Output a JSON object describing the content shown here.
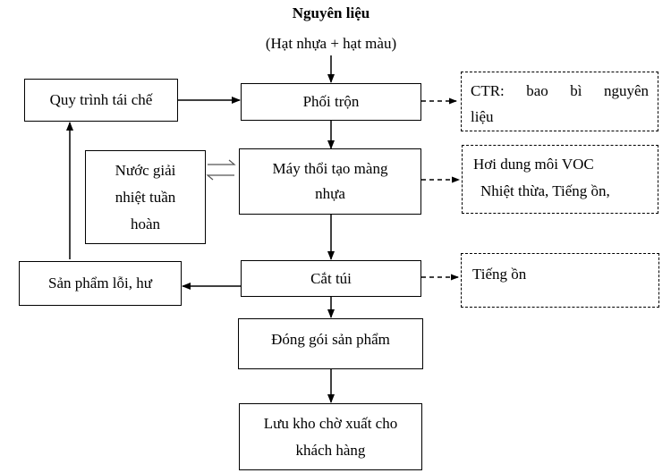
{
  "title": "Nguyên liệu",
  "subtitle": "(Hạt nhựa + hạt màu)",
  "main_flow": {
    "mixing": "Phối trộn",
    "blowing": [
      "Máy thổi tạo màng",
      "nhựa"
    ],
    "cutting": "Cắt túi",
    "packaging": "Đóng gói sản phẩm",
    "storage": [
      "Lưu kho chờ xuất cho",
      "khách hàng"
    ]
  },
  "left_boxes": {
    "recycling": "Quy trình tái chế",
    "cooling_water": [
      "Nước giải",
      "nhiệt tuần",
      "hoàn"
    ],
    "defects": "Sản phẩm lỗi, hư"
  },
  "waste_boxes": {
    "mixing_waste": [
      "CTR: bao bì nguyên",
      "liệu"
    ],
    "blowing_waste": [
      "Hơi dung môi VOC",
      "Nhiệt thừa, Tiếng ồn,"
    ],
    "cutting_waste": "Tiếng ồn"
  }
}
